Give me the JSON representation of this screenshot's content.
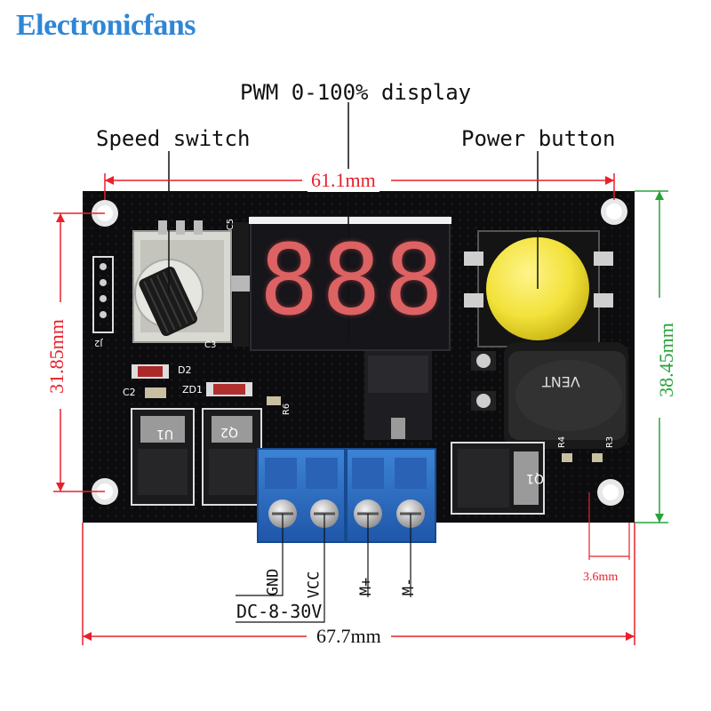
{
  "brand": "Electronicfans",
  "labels": {
    "pwm_display": "PWM 0-100% display",
    "speed_switch": "Speed switch",
    "power_button": "Power button"
  },
  "dimensions": {
    "hole_spacing_width": "61.1mm",
    "hole_spacing_height": "31.85mm",
    "board_height": "38.45mm",
    "board_width": "67.7mm",
    "hole_offset": "3.6mm"
  },
  "terminals": {
    "gnd": "GND",
    "vcc": "VCC",
    "m_plus": "M+",
    "m_minus": "M-",
    "supply": "DC-8-30V"
  },
  "silkscreen": [
    "C5",
    "C3",
    "D2",
    "C2",
    "ZD1",
    "R6",
    "U1",
    "Q2",
    "Q1",
    "J2",
    "R4",
    "R3"
  ],
  "buzzer_text": "VENT",
  "colors": {
    "brand": "#2f86d6",
    "dimension_red": "#e8202a",
    "dimension_green": "#27a33a",
    "pcb": "#0c0c0e",
    "terminal": "#2f6fc4",
    "button": "#f2e23a",
    "segment": "#ff7070"
  }
}
